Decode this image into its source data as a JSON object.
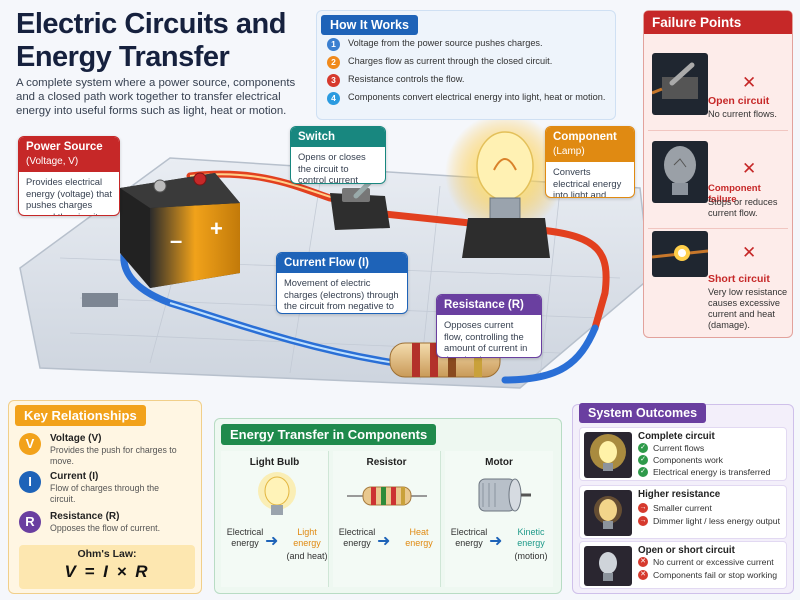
{
  "title": "Electric Circuits and Energy Transfer",
  "subtitle": "A complete system where a power source, components and a closed path work together to transfer electrical energy into useful forms such as light, heat or motion.",
  "how_it_works": {
    "title": "How It Works",
    "steps": [
      {
        "num": "1",
        "text": "Voltage from the power source pushes charges.",
        "color": "#3a7fd0"
      },
      {
        "num": "2",
        "text": "Charges flow as current through the closed circuit.",
        "color": "#f08a1c"
      },
      {
        "num": "3",
        "text": "Resistance controls the flow.",
        "color": "#d63a2e"
      },
      {
        "num": "4",
        "text": "Components convert electrical energy into light, heat or motion.",
        "color": "#2b9be0"
      }
    ]
  },
  "callouts": {
    "power_source": {
      "title": "Power Source",
      "subtitle": "(Voltage, V)",
      "text": "Provides electrical energy (voltage) that pushes charges around the circuit."
    },
    "switch": {
      "title": "Switch",
      "text": "Opens or closes the circuit to control current flow."
    },
    "component": {
      "title": "Component",
      "subtitle": "(Lamp)",
      "text": "Converts electrical energy into light and heat."
    },
    "current_flow": {
      "title": "Current Flow (I)",
      "text": "Movement of electric charges (electrons) through the circuit from negative to positive."
    },
    "resistance": {
      "title": "Resistance (R)",
      "text": "Opposes current flow, controlling the amount of current in the circuit."
    }
  },
  "battery": {
    "minus": "–",
    "plus": "+"
  },
  "failure_points": {
    "title": "Failure Points",
    "items": [
      {
        "title": "Open circuit",
        "text": "No current flows."
      },
      {
        "title": "Component failure",
        "text": "Stops or reduces current flow."
      },
      {
        "title": "Short circuit",
        "text": "Very low resistance causes excessive current and heat (damage)."
      }
    ]
  },
  "key_relationships": {
    "title": "Key Relationships",
    "items": [
      {
        "symbol": "V",
        "name": "Voltage (V)",
        "desc": "Provides the push for charges to move.",
        "color": "#f2a21b"
      },
      {
        "symbol": "I",
        "name": "Current (I)",
        "desc": "Flow of charges through the circuit.",
        "color": "#1e63b8"
      },
      {
        "symbol": "R",
        "name": "Resistance (R)",
        "desc": "Opposes the flow of current.",
        "color": "#6a3fa0"
      }
    ],
    "ohms_label": "Ohm's Law:",
    "ohms_formula": "V = I × R"
  },
  "energy_transfer": {
    "title": "Energy Transfer in Components",
    "components": [
      {
        "name": "Light Bulb",
        "input": "Electrical energy",
        "output": "Light energy",
        "note": "(and heat)",
        "color": "#e08a12"
      },
      {
        "name": "Resistor",
        "input": "Electrical energy",
        "output": "Heat energy",
        "note": "",
        "color": "#e08a12"
      },
      {
        "name": "Motor",
        "input": "Electrical energy",
        "output": "Kinetic energy",
        "note": "(motion)",
        "color": "#1f9a8a"
      }
    ]
  },
  "system_outcomes": {
    "title": "System Outcomes",
    "items": [
      {
        "title": "Complete circuit",
        "points": [
          "Current flows",
          "Components work",
          "Electrical energy is transferred"
        ],
        "mark": "✓",
        "mark_color": "#2e9a4a"
      },
      {
        "title": "Higher resistance",
        "points": [
          "Smaller current",
          "Dimmer light / less energy output"
        ],
        "mark": "→",
        "mark_color": "#d63a2e"
      },
      {
        "title": "Open or short circuit",
        "points": [
          "No current or excessive current",
          "Components fail or stop working"
        ],
        "mark": "✕",
        "mark_color": "#d63a2e"
      }
    ]
  }
}
